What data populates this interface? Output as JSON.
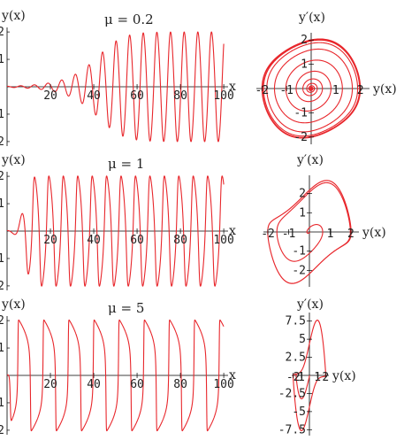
{
  "chart_data": [
    {
      "type": "line",
      "id": "ts-mu-0.2",
      "title": "μ = 0.2",
      "ylabel": "y(x)",
      "xlabel": "x",
      "mu": 0.2,
      "xlim": [
        0,
        102
      ],
      "ylim": [
        -2.1,
        2.1
      ],
      "xticks": [
        20,
        40,
        60,
        80,
        100
      ],
      "yticks": [
        -2,
        -1,
        1,
        2
      ],
      "series": [
        {
          "color": "#e8262b",
          "initial_condition": {
            "y": 0.02,
            "dy": 0
          }
        }
      ]
    },
    {
      "type": "line",
      "id": "phase-mu-0.2",
      "xlabel": "y(x)",
      "ylabel": "y′(x)",
      "mu": 0.2,
      "xlim": [
        -2.3,
        2.3
      ],
      "ylim": [
        -2.3,
        2.3
      ],
      "xticks": [
        -2,
        -1,
        1,
        2
      ],
      "yticks": [
        -2,
        -1,
        1,
        2
      ],
      "series": [
        {
          "color": "#e8262b",
          "initial_condition": {
            "y": 0.02,
            "dy": 0
          }
        }
      ]
    },
    {
      "type": "line",
      "id": "ts-mu-1",
      "title": "μ = 1",
      "ylabel": "y(x)",
      "xlabel": "x",
      "mu": 1,
      "xlim": [
        0,
        102
      ],
      "ylim": [
        -2.1,
        2.1
      ],
      "xticks": [
        20,
        40,
        60,
        80,
        100
      ],
      "yticks": [
        -2,
        -1,
        1,
        2
      ],
      "series": [
        {
          "color": "#e8262b",
          "initial_condition": {
            "y": 0.02,
            "dy": 0
          }
        }
      ]
    },
    {
      "type": "line",
      "id": "phase-mu-1",
      "xlabel": "y(x)",
      "ylabel": "y′(x)",
      "mu": 1,
      "xlim": [
        -2.3,
        2.3
      ],
      "ylim": [
        -2.9,
        2.9
      ],
      "xticks": [
        -2,
        -1,
        1,
        2
      ],
      "yticks": [
        -2,
        -1,
        1,
        2
      ],
      "series": [
        {
          "color": "#e8262b",
          "initial_condition": {
            "y": 0.02,
            "dy": 0
          }
        }
      ]
    },
    {
      "type": "line",
      "id": "ts-mu-5",
      "title": "μ = 5",
      "ylabel": "y(x)",
      "xlabel": "x",
      "mu": 5,
      "xlim": [
        0,
        102
      ],
      "ylim": [
        -2.1,
        2.1
      ],
      "xticks": [
        20,
        40,
        60,
        80,
        100
      ],
      "yticks": [
        -2,
        -1,
        1,
        2
      ],
      "series": [
        {
          "color": "#e8262b",
          "initial_condition": {
            "y": 0.02,
            "dy": 0
          }
        }
      ]
    },
    {
      "type": "line",
      "id": "phase-mu-5",
      "xlabel": "y(x)",
      "ylabel": "y′(x)",
      "mu": 5,
      "xlim": [
        -2.3,
        2.3
      ],
      "ylim": [
        -8.5,
        8.5
      ],
      "xticks": [
        -2,
        -1,
        1,
        2
      ],
      "xtick_labels": [
        "-2",
        "1",
        "1",
        "2"
      ],
      "yticks": [
        -7.5,
        -5,
        -2.5,
        2.5,
        5,
        7.5
      ],
      "series": [
        {
          "color": "#e8262b",
          "initial_condition": {
            "y": 0.02,
            "dy": 0
          }
        }
      ]
    }
  ]
}
